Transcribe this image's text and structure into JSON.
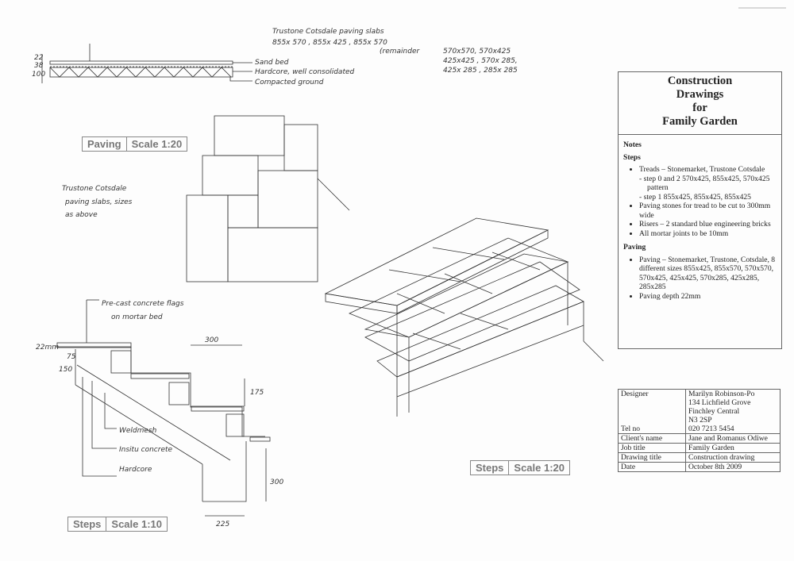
{
  "paving_section": {
    "title": "Trustone Cotsdale paving slabs",
    "sizes": "855x 570 , 855x 425 , 855x 570",
    "remainder_label": "(remainder",
    "remainder_lines": [
      "570x570, 570x425",
      "425x425 , 570x 285,",
      "425x 285 , 285x 285"
    ],
    "layers": [
      "Sand bed",
      "Hardcore, well consolidated",
      "Compacted ground"
    ],
    "dims": [
      "22",
      "38",
      "100"
    ]
  },
  "paving_plan": {
    "note_lines": [
      "Trustone Cotsdale",
      "paving slabs, sizes",
      "as above"
    ]
  },
  "labels": {
    "paving": {
      "name": "Paving",
      "scale": "Scale 1:20"
    },
    "steps_iso": {
      "name": "Steps",
      "scale": "Scale 1:20"
    },
    "steps_section": {
      "name": "Steps",
      "scale": "Scale 1:10"
    }
  },
  "steps_section": {
    "flag_note": [
      "Pre-cast concrete flags",
      "on mortar bed"
    ],
    "callouts": [
      "Weldmesh",
      "Insitu concrete",
      "Hardcore"
    ],
    "dims": {
      "top": "22mm",
      "tread": "300",
      "rise": "175",
      "footing": "300",
      "width": "225",
      "small1": "75",
      "small2": "150"
    }
  },
  "title_block": {
    "title_lines": [
      "Construction",
      "Drawings",
      "for",
      "Family Garden"
    ],
    "notes_heading": "Notes",
    "steps_heading": "Steps",
    "steps_items": {
      "treads": "Treads – Stonemarket, Trustone Cotsdale",
      "sub": [
        "step 0 and 2 570x425, 855x425, 570x425 pattern",
        "step 1 855x425, 855x425, 855x425"
      ],
      "others": [
        "Paving stones for tread to be cut to 300mm wide",
        "Risers – 2 standard blue engineering bricks",
        "All mortar joints to be 10mm"
      ]
    },
    "paving_heading": "Paving",
    "paving_items": [
      "Paving – Stonemarket, Trustone, Cotsdale, 8 different sizes 855x425, 855x570, 570x570, 570x425, 425x425, 570x285, 425x285, 285x285",
      "Paving depth 22mm"
    ]
  },
  "info_table": {
    "designer_label": "Designer",
    "designer_value": [
      "Marilyn Robinson-Po",
      "134 Lichfield Grove",
      "Finchley Central",
      "N3 2SP"
    ],
    "tel_label": "Tel no",
    "tel_value": "020 7213 5454",
    "client_label": "Client's name",
    "client_value": "Jane and Romanus Odiwe",
    "job_label": "Job title",
    "job_value": "Family Garden",
    "drawing_label": "Drawing title",
    "drawing_value": "Construction drawing",
    "date_label": "Date",
    "date_value": "October 8th 2009"
  }
}
